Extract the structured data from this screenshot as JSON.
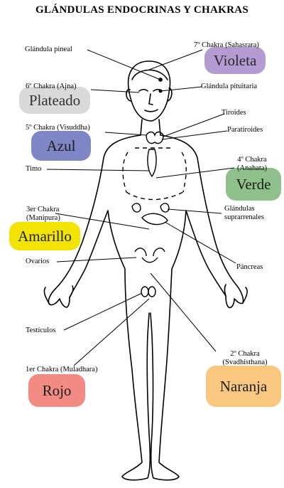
{
  "title": "GLÁNDULAS ENDOCRINAS Y CHAKRAS",
  "labels": {
    "pineal": "Glándula pineal",
    "ch7": "7º Chakra (Sahasrara)",
    "ch6": "6º Chakra (Ajna)",
    "pituitaria": "Glándula pituitaria",
    "tiroides": "Tiroides",
    "ch5": "5º Chakra (Visuddha)",
    "paratiroides": "Paratiroides",
    "timo": "Timo",
    "ch4_a": "4º Chakra",
    "ch4_b": "(Anahata)",
    "ch3_a": "3er Chakra",
    "ch3_b": "(Manipura)",
    "suprarrenales_a": "Glándulas",
    "suprarrenales_b": "suprarrenales",
    "ovarios": "Ovarios",
    "pancreas": "Páncreas",
    "testiculos": "Testículos",
    "ch2_a": "2º Chakra",
    "ch2_b": "(Svadhisthana)",
    "ch1": "1er Chakra (Muladhara)"
  },
  "colors": {
    "violeta": {
      "name": "Violeta",
      "fill": "#b49bd1",
      "text": "#2a2a2a"
    },
    "plateado": {
      "name": "Plateado",
      "fill": "#d9d9d9",
      "text": "#333333"
    },
    "azul": {
      "name": "Azul",
      "fill": "#7f86c6",
      "text": "#1c1c1c"
    },
    "verde": {
      "name": "Verde",
      "fill": "#8fbf8a",
      "text": "#1c1c1c"
    },
    "amarillo": {
      "name": "Amarillo",
      "fill": "#f2e400",
      "text": "#1c1c1c"
    },
    "rojo": {
      "name": "Rojo",
      "fill": "#f28b84",
      "text": "#1c1c1c"
    },
    "naranja": {
      "name": "Naranja",
      "fill": "#f9c77f",
      "text": "#1c1c1c"
    }
  }
}
